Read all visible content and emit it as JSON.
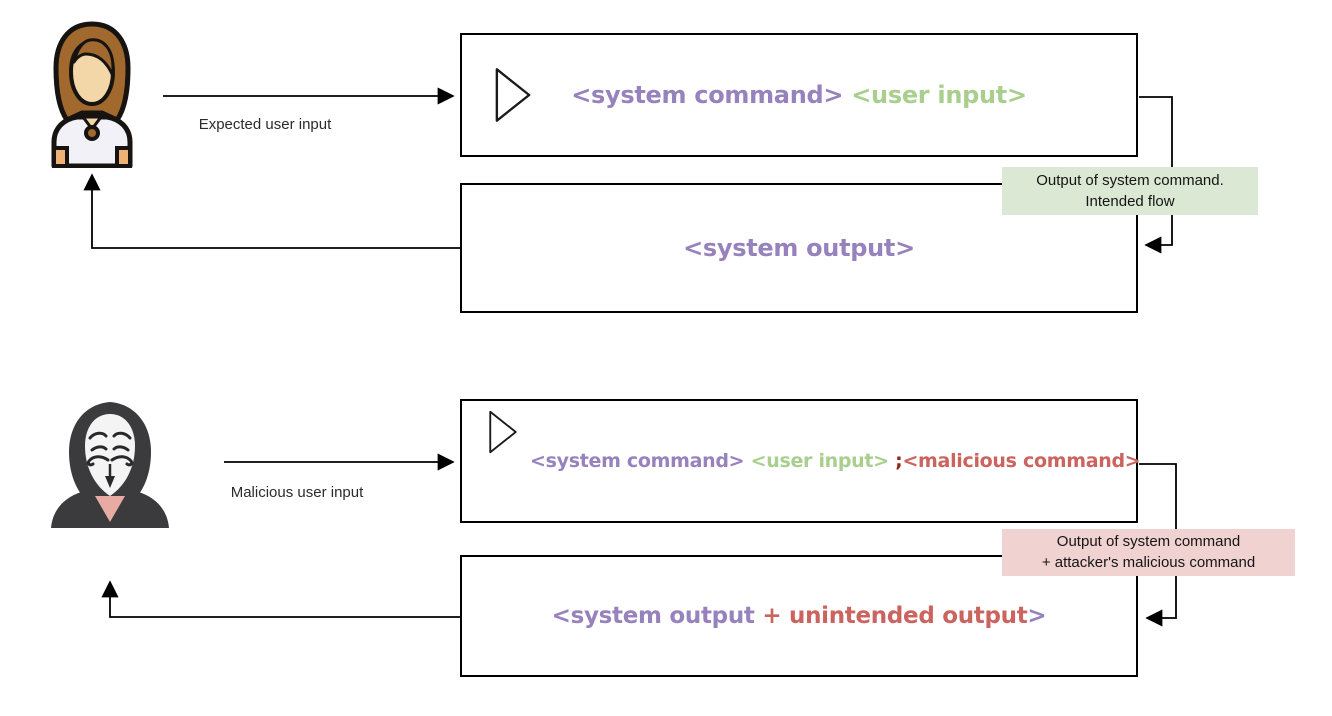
{
  "colors": {
    "purple": "#9782bd",
    "green": "#a8cf8d",
    "red": "#cb635e",
    "dark_red": "#93241b",
    "line": "#000000",
    "intended_note_bg": "#dbe8d3",
    "malicious_note_bg": "#f0d3d1"
  },
  "top_flow": {
    "actor_icon": "user-avatar-icon",
    "input_label": "Expected user input",
    "command_box": {
      "icon": "play-triangle-icon",
      "segments": [
        {
          "text": "<system command>",
          "color": "#9782bd"
        },
        {
          "text": " <user input>",
          "color": "#a8cf8d"
        }
      ]
    },
    "output_box": {
      "segments": [
        {
          "text": "<system output>",
          "color": "#9782bd"
        }
      ]
    },
    "return_note": {
      "line1": "Output of system command.",
      "line2": "Intended flow",
      "bg": "#dbe8d3"
    }
  },
  "bottom_flow": {
    "actor_icon": "hacker-avatar-icon",
    "input_label": "Malicious user input",
    "command_box": {
      "icon": "play-triangle-icon",
      "segments": [
        {
          "text": "<system command>",
          "color": "#9782bd"
        },
        {
          "text": " <user input>",
          "color": "#a8cf8d"
        },
        {
          "text": " ;",
          "color": "#93241b"
        },
        {
          "text": "<malicious command>",
          "color": "#cb635e"
        }
      ]
    },
    "output_box": {
      "segments": [
        {
          "text": "<system output",
          "color": "#9782bd"
        },
        {
          "text": " + unintended output",
          "color": "#cb635e"
        },
        {
          "text": ">",
          "color": "#9782bd"
        }
      ]
    },
    "return_note": {
      "line1": "Output of system command",
      "line2": "+ attacker's malicious command",
      "bg": "#f0d3d1"
    }
  }
}
